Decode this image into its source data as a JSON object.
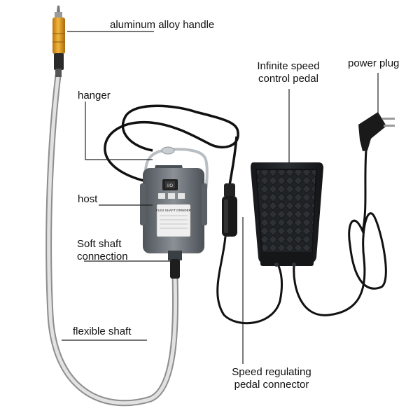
{
  "labels": {
    "handle": "aluminum alloy handle",
    "hanger": "hanger",
    "host": "host",
    "soft_shaft_line1": "Soft shaft",
    "soft_shaft_line2": "connection",
    "flexible_shaft": "flexible shaft",
    "pedal_line1": "Infinite speed",
    "pedal_line2": "control pedal",
    "power_plug": "power plug",
    "connector_line1": "Speed regulating",
    "connector_line2": "pedal connector"
  },
  "device_panel": {
    "title": "FLEX SHAFT GRINDER",
    "switch_label": "I/O",
    "buttons": [
      "",
      "",
      ""
    ]
  },
  "colors": {
    "handle_gold": "#e8a021",
    "cable_black": "#111111",
    "body_gray": "#6f7479",
    "pedal_black": "#1d1f22",
    "shaft_silver": "#c9c9c9",
    "leader_line": "#222222"
  }
}
